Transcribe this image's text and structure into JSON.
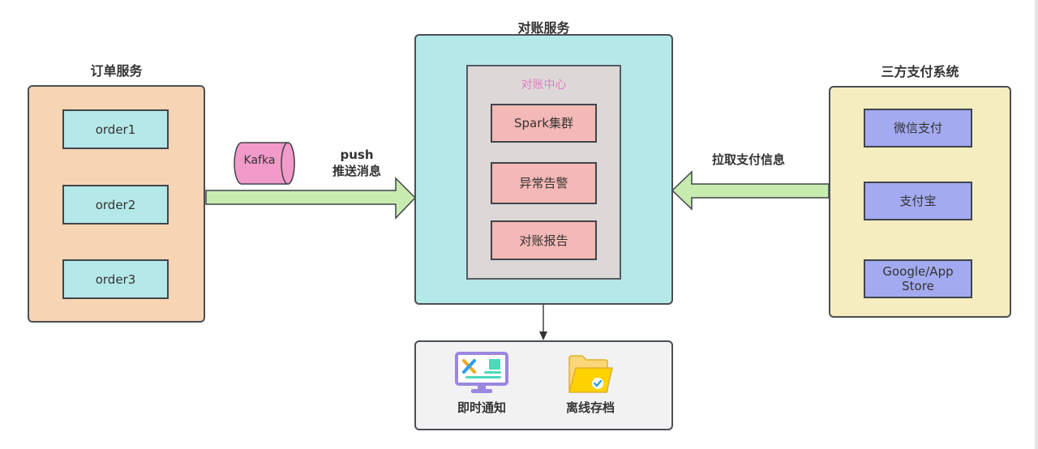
{
  "order_service": {
    "title": "订单服务",
    "nodes": [
      "order1",
      "order2",
      "order3"
    ]
  },
  "message_queue": {
    "name": "Kafka",
    "arrow_label_top": "push",
    "arrow_label_bottom": "推送消息"
  },
  "reconciliation_service": {
    "title": "对账服务",
    "center": {
      "title": "对账中心",
      "nodes": [
        "Spark集群",
        "异常告警",
        "对账报告"
      ]
    }
  },
  "payment_systems": {
    "title": "三方支付系统",
    "arrow_label": "拉取支付信息",
    "nodes": [
      "微信支付",
      "支付宝",
      "Google/App\nStore"
    ]
  },
  "outputs": {
    "items": [
      {
        "label": "即时通知",
        "icon": "monitor-tools-icon"
      },
      {
        "label": "离线存档",
        "icon": "folder-check-icon"
      }
    ]
  },
  "colors": {
    "order_bg": "#f7d4b3",
    "node_cyan": "#b5e9e9",
    "center_gray": "#ddd8d7",
    "node_pink": "#f4b8b6",
    "center_title": "#e07cc0",
    "pay_bg": "#f5ecbf",
    "node_purple": "#a4aaf0",
    "arrow_green": "#c8ebb0",
    "kafka_pink": "#f29ac9"
  }
}
